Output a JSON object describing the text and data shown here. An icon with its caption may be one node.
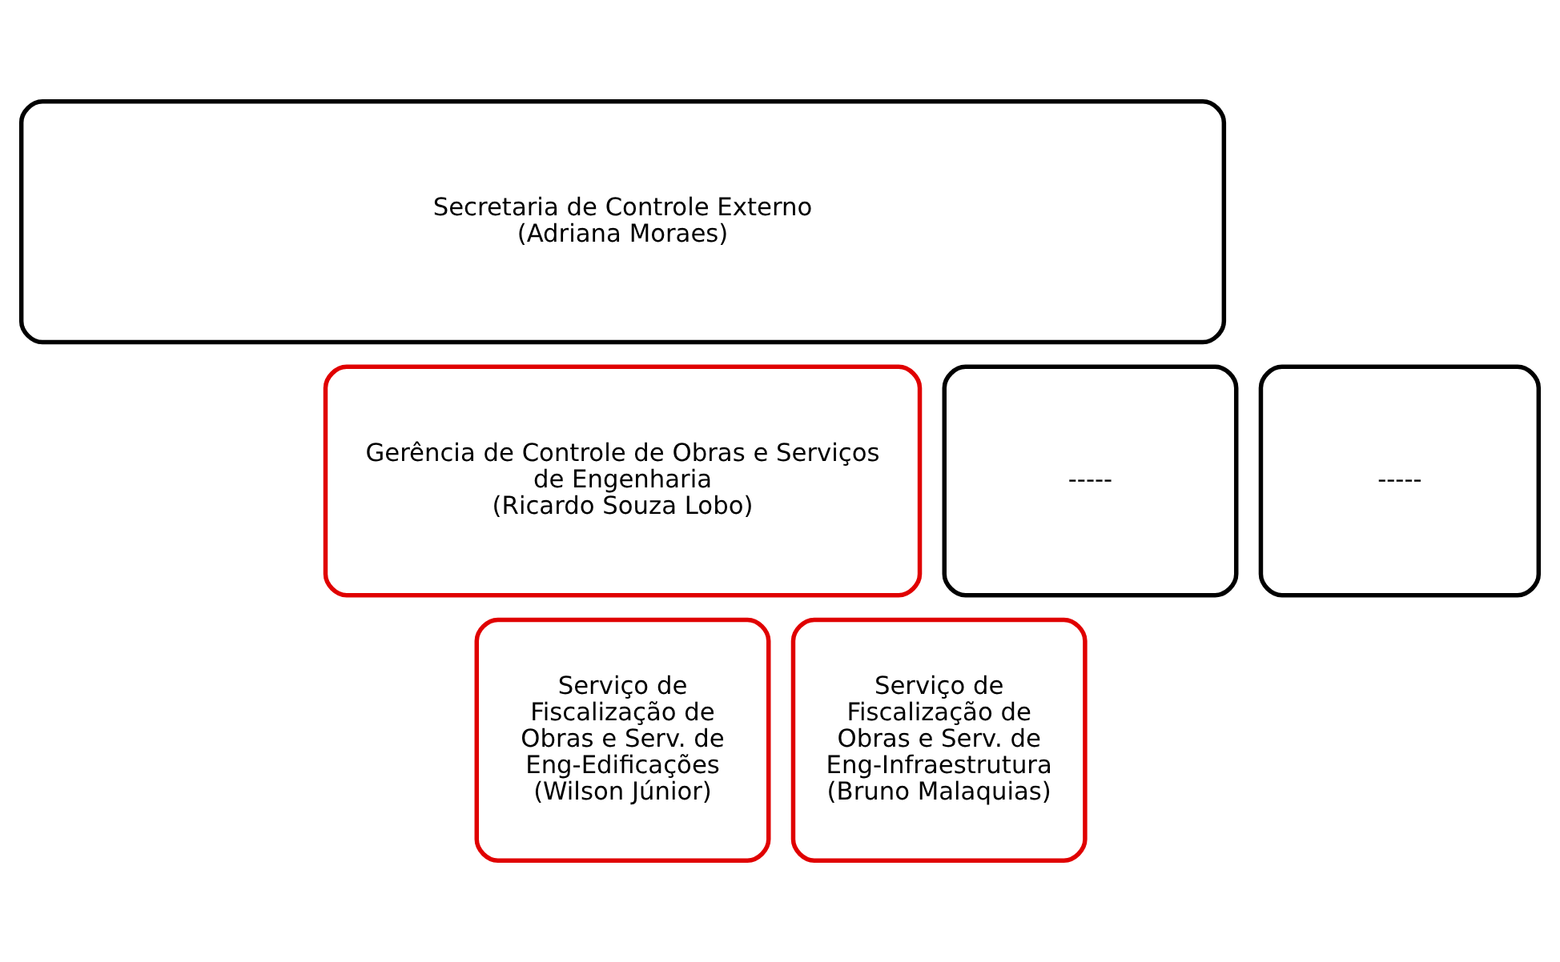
{
  "diagram": {
    "nodes": [
      {
        "text": [
          "Secretaria de Controle Externo",
          "(Adriana Moraes)"
        ]
      },
      {
        "text": [
          "Gerência de Controle de Obras e Serviços de Engenharia",
          "(Ricardo Souza Lobo)"
        ]
      },
      {
        "text": [
          "-----"
        ]
      },
      {
        "text": [
          "-----"
        ]
      },
      {
        "text": [
          "Serviço de Fiscalização de Obras e Serv. de Eng-Edificações",
          "(Wilson Júnior)"
        ]
      },
      {
        "text": [
          "Serviço de Fiscalização de Obras e Serv. de Eng-Infraestrutura",
          "(Bruno Malaquias)"
        ]
      }
    ],
    "edges": []
  }
}
